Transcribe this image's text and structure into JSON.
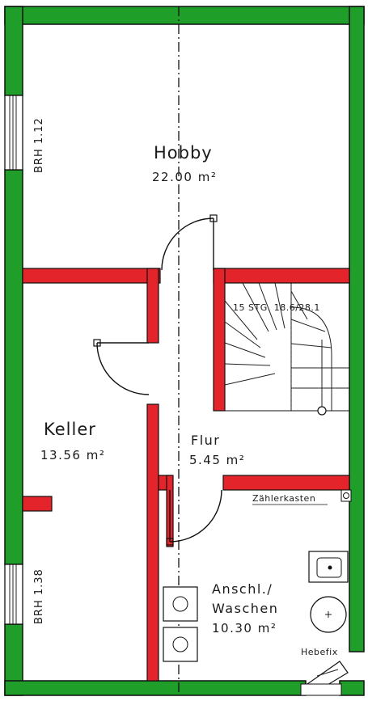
{
  "rooms": {
    "hobby": {
      "name": "Hobby",
      "area": "22.00 m²"
    },
    "keller": {
      "name": "Keller",
      "area": "13.56 m²"
    },
    "flur": {
      "name": "Flur",
      "area": "5.45 m²"
    },
    "anschl": {
      "name_line1": "Anschl./",
      "name_line2": "Waschen",
      "area": "10.30 m²"
    }
  },
  "windows": {
    "upper": {
      "label": "BRH 1.12"
    },
    "lower": {
      "label": "BRH 1.38"
    }
  },
  "stairs": {
    "label": "15 STG. 18.6/28.1"
  },
  "fixtures": {
    "meter": "Zählerkasten",
    "lift": "Hebefix"
  },
  "colors": {
    "exterior_wall": "#1f9e2a",
    "interior_wall": "#e3242b",
    "line": "#111111",
    "background": "#ffffff"
  }
}
